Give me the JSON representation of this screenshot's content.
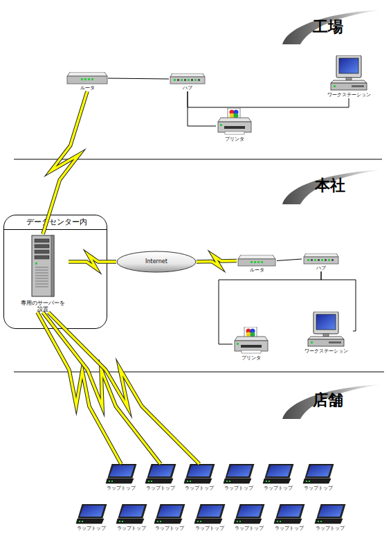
{
  "diagram": {
    "nodes": [
      {
        "text": [
          "ルータ"
        ]
      },
      {
        "text": [
          "ハブ"
        ]
      },
      {
        "text": [
          "ワークステーション"
        ]
      },
      {
        "text": [
          "プリンタ"
        ]
      },
      {
        "text": [
          "データセンター内"
        ]
      },
      {
        "text": [
          "専用のサーバーを 設置"
        ],
        "in": 4
      },
      {
        "text": [
          "Internet"
        ]
      },
      {
        "text": [
          "ルータ"
        ]
      },
      {
        "text": [
          "ハブ"
        ]
      },
      {
        "text": [
          "プリンタ"
        ]
      },
      {
        "text": [
          "ワークステーション"
        ]
      },
      {
        "text": [
          "ラップトップ"
        ]
      },
      {
        "text": [
          "ラップトップ"
        ]
      },
      {
        "text": [
          "ラップトップ"
        ]
      },
      {
        "text": [
          "ラップトップ"
        ]
      },
      {
        "text": [
          "ラップトップ"
        ]
      },
      {
        "text": [
          "ラップトップ"
        ]
      },
      {
        "text": [
          "ラップトップ"
        ]
      },
      {
        "text": [
          "ラップトップ"
        ]
      },
      {
        "text": [
          "ラップトップ"
        ]
      },
      {
        "text": [
          "ラップトップ"
        ]
      },
      {
        "text": [
          "ラップトップ"
        ]
      },
      {
        "text": [
          "ラップトップ"
        ]
      },
      {
        "text": [
          "ラップトップ"
        ]
      }
    ],
    "edges": [
      {
        "from": 0,
        "to": 1,
        "arrow": "none"
      },
      {
        "from": 1,
        "to": 2,
        "arrow": "none"
      },
      {
        "from": 1,
        "to": 3,
        "arrow": "none"
      },
      {
        "from": 0,
        "to": 5,
        "arrow": "none"
      },
      {
        "from": 5,
        "to": 6,
        "arrow": "none"
      },
      {
        "from": 6,
        "to": 7,
        "arrow": "none"
      },
      {
        "from": 7,
        "to": 8,
        "arrow": "none"
      },
      {
        "from": 8,
        "to": 9,
        "arrow": "none"
      },
      {
        "from": 8,
        "to": 10,
        "arrow": "none"
      },
      {
        "from": 5,
        "to": 11,
        "arrow": "none"
      },
      {
        "from": 5,
        "to": 12,
        "arrow": "none"
      },
      {
        "from": 5,
        "to": 13,
        "arrow": "none"
      }
    ],
    "labels": [
      "工場",
      "本社",
      "店舗"
    ]
  }
}
